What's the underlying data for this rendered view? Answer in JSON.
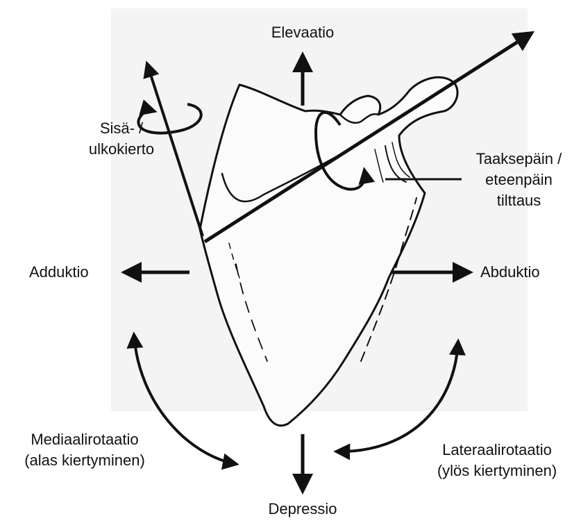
{
  "labels": {
    "elevation": "Elevaatio",
    "depression": "Depressio",
    "adduction": "Adduktio",
    "abduction": "Abduktio",
    "internal_external_rotation": [
      "Sisä- /",
      "ulkokierto"
    ],
    "tilt": [
      "Taaksepäin /",
      "eteenpäin",
      "tilttaus"
    ],
    "medial_rotation": [
      "Mediaalirotaatio",
      "(alas kiertyminen)"
    ],
    "lateral_rotation": [
      "Lateraalirotaatio",
      "(ylös kiertyminen)"
    ]
  },
  "colors": {
    "ink": "#111111",
    "background_panel": "#f4f4f4",
    "bone_fill": "#fbfbfb"
  }
}
